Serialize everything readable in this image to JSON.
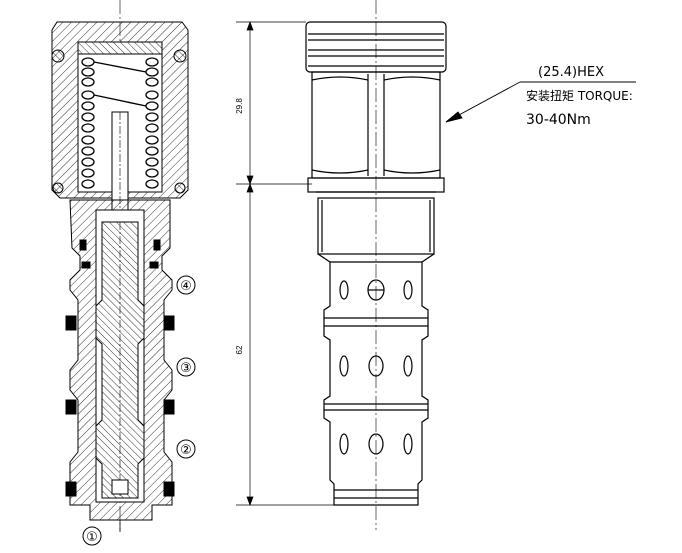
{
  "port_labels": [
    "①",
    "②",
    "③",
    "④"
  ],
  "dimensions": {
    "upper": "29.8",
    "lower": "62"
  },
  "annotation": {
    "hex": "(25.4)HEX",
    "torque_label": "安装扭矩 TORQUE:",
    "torque_value": "30-40Nm"
  }
}
